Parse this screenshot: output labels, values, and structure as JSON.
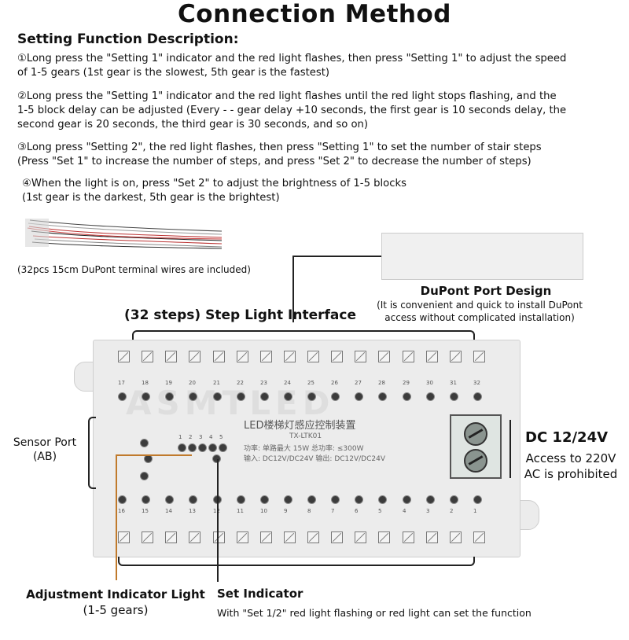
{
  "title": "Connection Method",
  "subtitle": "Setting Function Description:",
  "paragraphs": [
    {
      "line1": "①Long press the \"Setting 1\" indicator and the red light flashes, then press \"Setting 1\" to adjust the speed",
      "line2": "of 1-5 gears (1st gear is the slowest, 5th gear is the fastest)",
      "line3": ""
    },
    {
      "line1": "②Long press the \"Setting 1\" indicator and the red light flashes until the red light stops flashing, and the",
      "line2": "1-5 block delay can be adjusted (Every - - gear delay +10 seconds, the first gear is 10 seconds delay, the",
      "line3": "second gear is 20 seconds, the third gear is 30 seconds, and so on)"
    },
    {
      "line1": "③Long press \"Setting 2\", the red light flashes, then press \"Setting 1\" to set the number of stair steps",
      "line2": "(Press \"Set 1\" to increase the number of steps, and press \"Set 2\" to decrease the number of steps)",
      "line3": ""
    },
    {
      "line1": "④When the light is on, press \"Set 2\" to adjust the brightness of 1-5 blocks",
      "line2": "(1st gear is the darkest, 5th gear is the brightest)",
      "line3": ""
    }
  ],
  "wires_caption": "(32pcs 15cm DuPont terminal wires are included)",
  "dupont": {
    "title": "DuPont Port Design",
    "desc_line1": "(It is convenient and quick to install DuPont",
    "desc_line2": "access without complicated installation)"
  },
  "step_interface": "(32 steps) Step Light Interface",
  "sensor_port": {
    "line1": "Sensor Port",
    "line2": "(AB)"
  },
  "power": {
    "title": "DC 12/24V",
    "line1": "Access to 220V",
    "line2": "AC is prohibited"
  },
  "adjustment": {
    "line1": "Adjustment Indicator Light",
    "line2": "(1-5 gears)"
  },
  "set_indicator": {
    "title": "Set Indicator",
    "desc": "With \"Set 1/2\" red light flashing or red light can set the function"
  },
  "board": {
    "watermark": "ASMTLED",
    "chip_label": "LED楼梯灯感应控制装置",
    "model": "TX-LTK01",
    "spec1": "功率: 单路最大 15W   总功率: ≤300W",
    "spec2": "输入: DC12V/DC24V   输出: DC12V/DC24V",
    "gear_digits": [
      "1",
      "2",
      "3",
      "4",
      "5"
    ],
    "top_numbers": [
      "17",
      "18",
      "19",
      "20",
      "21",
      "22",
      "23",
      "24",
      "25",
      "26",
      "27",
      "28",
      "29",
      "30",
      "31",
      "32"
    ],
    "bottom_numbers": [
      "16",
      "15",
      "14",
      "13",
      "12",
      "11",
      "10",
      "9",
      "8",
      "7",
      "6",
      "5",
      "4",
      "3",
      "2",
      "1"
    ]
  }
}
